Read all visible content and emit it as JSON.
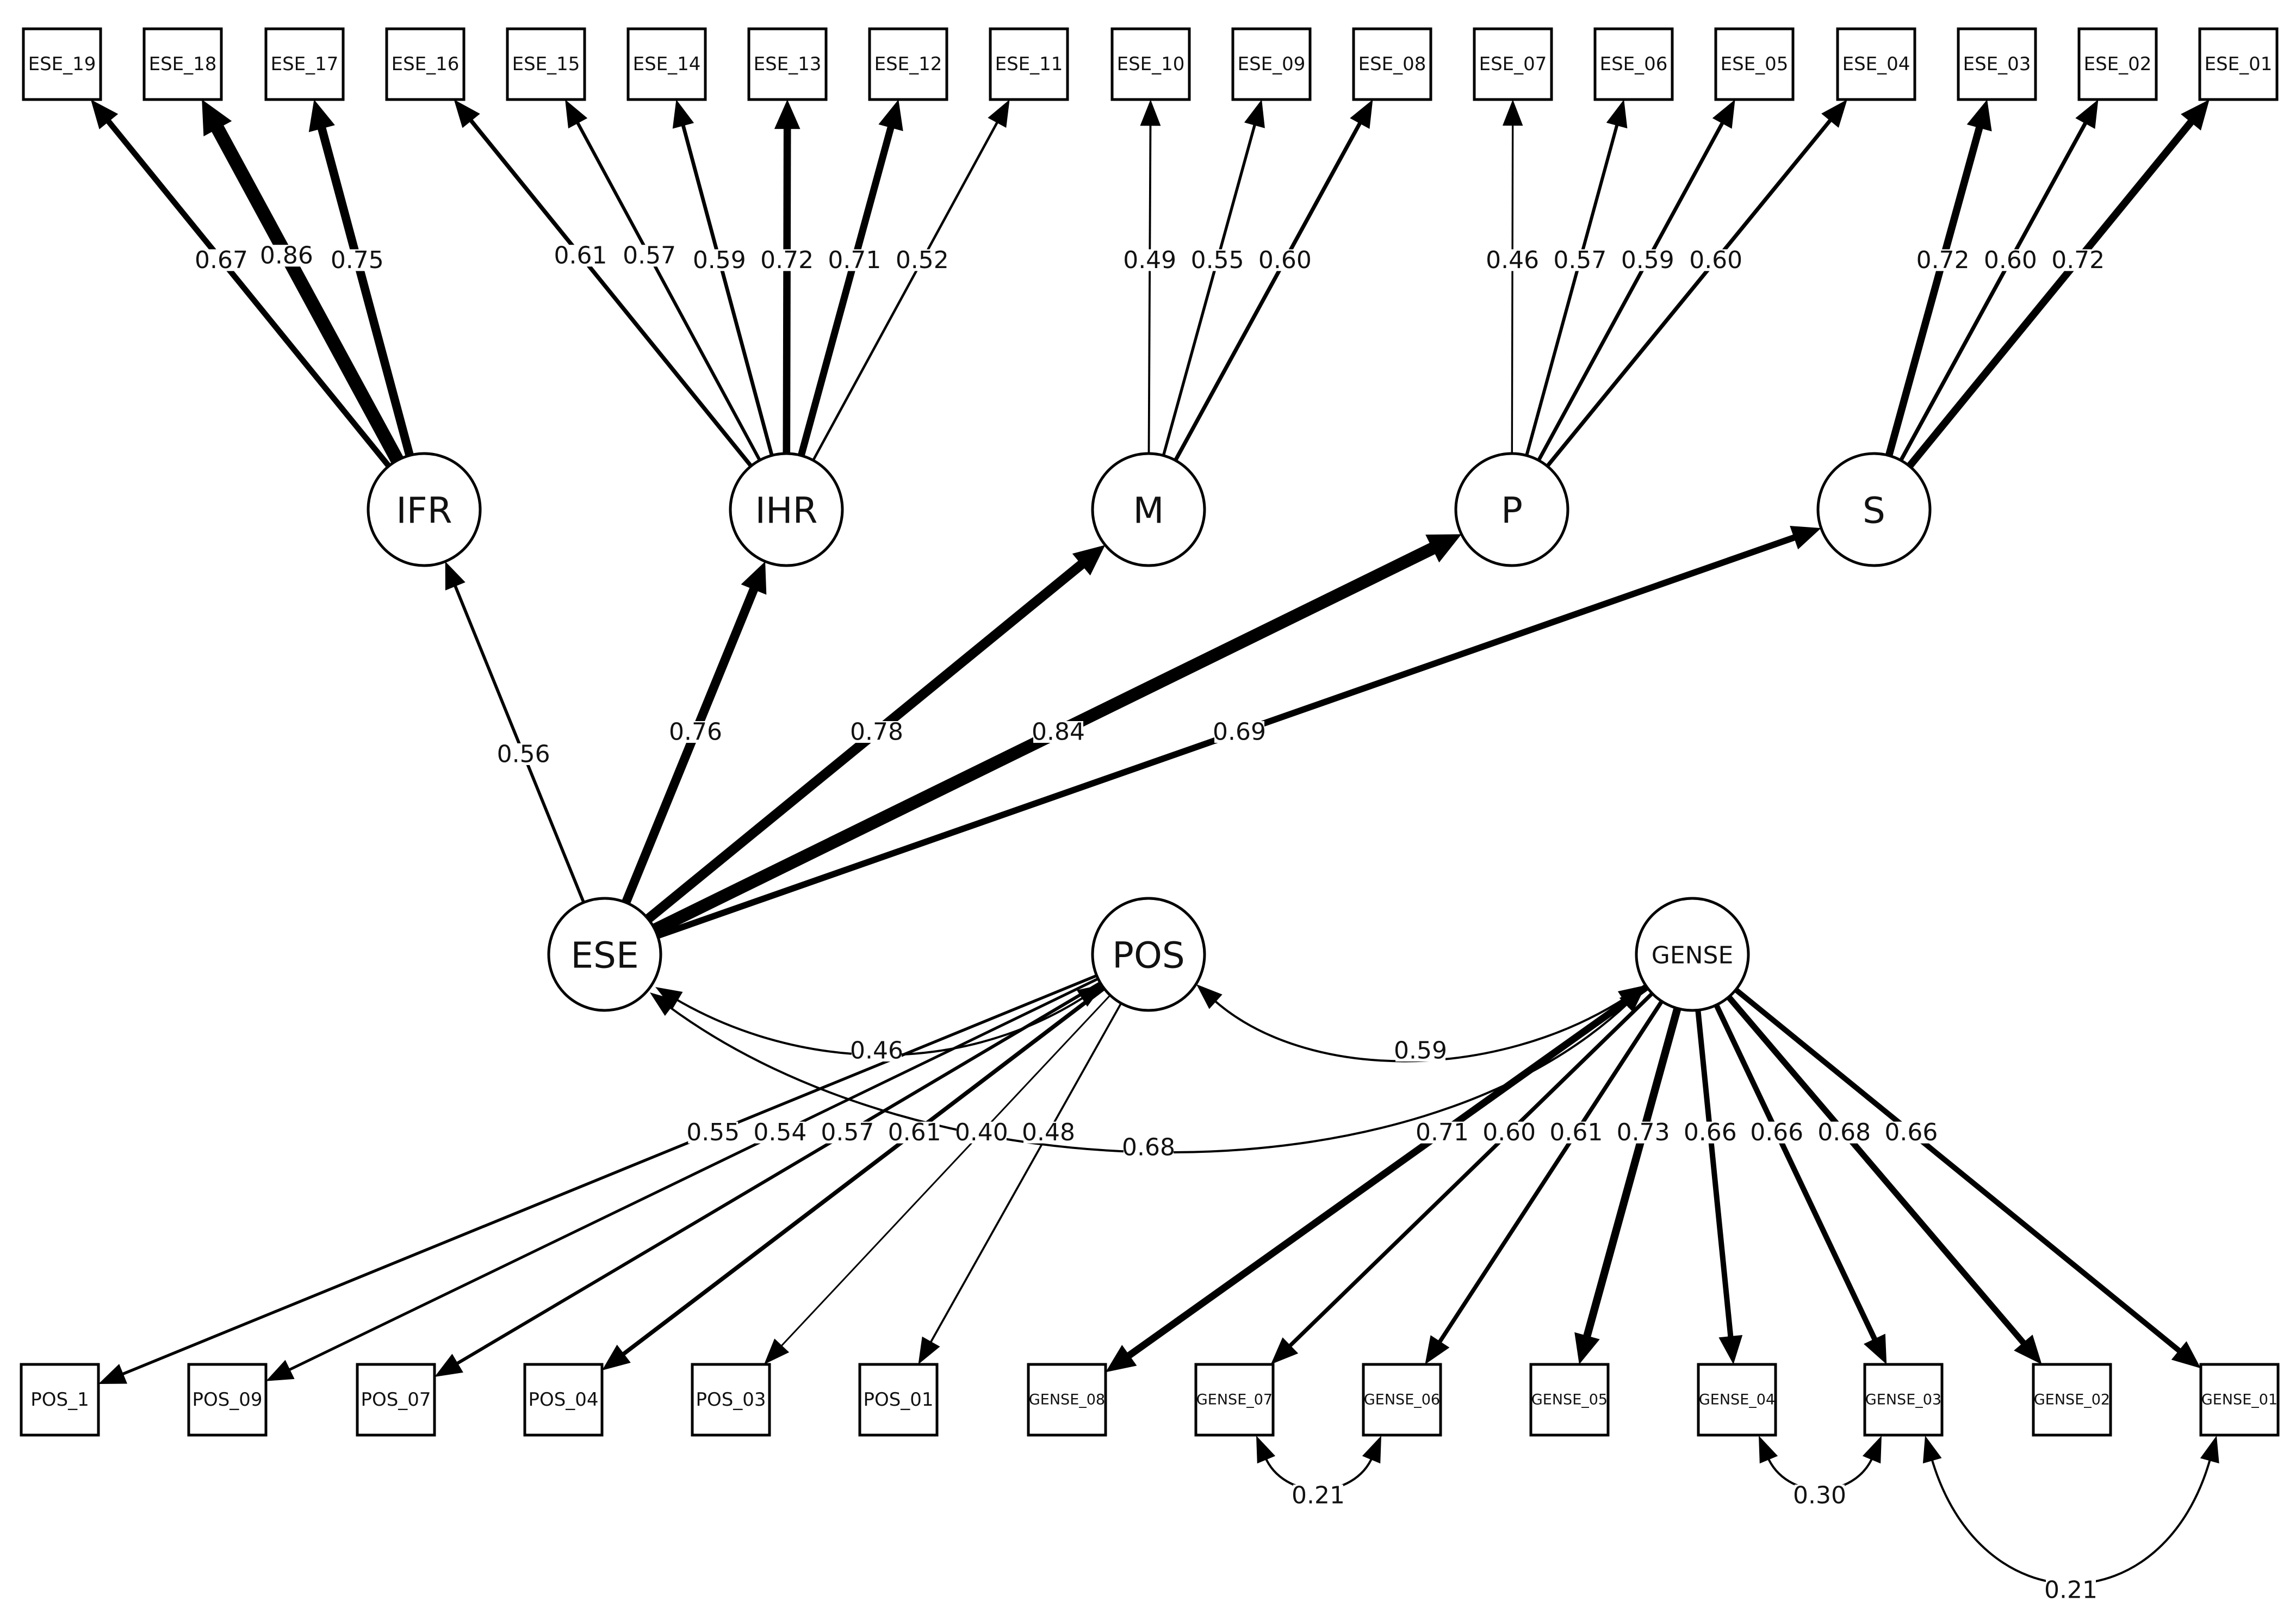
{
  "diagram": {
    "latents": [
      {
        "id": "IFR",
        "label": "IFR"
      },
      {
        "id": "IHR",
        "label": "IHR"
      },
      {
        "id": "M",
        "label": "M"
      },
      {
        "id": "P",
        "label": "P"
      },
      {
        "id": "S",
        "label": "S"
      },
      {
        "id": "ESE",
        "label": "ESE"
      },
      {
        "id": "POS",
        "label": "POS"
      },
      {
        "id": "GENSE",
        "label": "GENSE"
      }
    ],
    "indicators_top": [
      {
        "id": "ESE_19",
        "label": "ESE_19"
      },
      {
        "id": "ESE_18",
        "label": "ESE_18"
      },
      {
        "id": "ESE_17",
        "label": "ESE_17"
      },
      {
        "id": "ESE_16",
        "label": "ESE_16"
      },
      {
        "id": "ESE_15",
        "label": "ESE_15"
      },
      {
        "id": "ESE_14",
        "label": "ESE_14"
      },
      {
        "id": "ESE_13",
        "label": "ESE_13"
      },
      {
        "id": "ESE_12",
        "label": "ESE_12"
      },
      {
        "id": "ESE_11",
        "label": "ESE_11"
      },
      {
        "id": "ESE_10",
        "label": "ESE_10"
      },
      {
        "id": "ESE_09",
        "label": "ESE_09"
      },
      {
        "id": "ESE_08",
        "label": "ESE_08"
      },
      {
        "id": "ESE_07",
        "label": "ESE_07"
      },
      {
        "id": "ESE_06",
        "label": "ESE_06"
      },
      {
        "id": "ESE_05",
        "label": "ESE_05"
      },
      {
        "id": "ESE_04",
        "label": "ESE_04"
      },
      {
        "id": "ESE_03",
        "label": "ESE_03"
      },
      {
        "id": "ESE_02",
        "label": "ESE_02"
      },
      {
        "id": "ESE_01",
        "label": "ESE_01"
      }
    ],
    "indicators_bottom": [
      {
        "id": "POS_1",
        "label": "POS_1"
      },
      {
        "id": "POS_09",
        "label": "POS_09"
      },
      {
        "id": "POS_07",
        "label": "POS_07"
      },
      {
        "id": "POS_04",
        "label": "POS_04"
      },
      {
        "id": "POS_03",
        "label": "POS_03"
      },
      {
        "id": "POS_01",
        "label": "POS_01"
      },
      {
        "id": "GENSE_08",
        "label": "GENSE_08"
      },
      {
        "id": "GENSE_07",
        "label": "GENSE_07"
      },
      {
        "id": "GENSE_06",
        "label": "GENSE_06"
      },
      {
        "id": "GENSE_05",
        "label": "GENSE_05"
      },
      {
        "id": "GENSE_04",
        "label": "GENSE_04"
      },
      {
        "id": "GENSE_03",
        "label": "GENSE_03"
      },
      {
        "id": "GENSE_02",
        "label": "GENSE_02"
      },
      {
        "id": "GENSE_01",
        "label": "GENSE_01"
      }
    ],
    "loadings": [
      {
        "from": "IFR",
        "to": "ESE_19",
        "coef": "0.67",
        "weight": 0.67
      },
      {
        "from": "IFR",
        "to": "ESE_18",
        "coef": "0.86",
        "weight": 0.86
      },
      {
        "from": "IFR",
        "to": "ESE_17",
        "coef": "0.75",
        "weight": 0.75
      },
      {
        "from": "IHR",
        "to": "ESE_16",
        "coef": "0.61",
        "weight": 0.61
      },
      {
        "from": "IHR",
        "to": "ESE_15",
        "coef": "0.57",
        "weight": 0.57
      },
      {
        "from": "IHR",
        "to": "ESE_14",
        "coef": "0.59",
        "weight": 0.59
      },
      {
        "from": "IHR",
        "to": "ESE_13",
        "coef": "0.72",
        "weight": 0.72
      },
      {
        "from": "IHR",
        "to": "ESE_12",
        "coef": "0.71",
        "weight": 0.71
      },
      {
        "from": "IHR",
        "to": "ESE_11",
        "coef": "0.52",
        "weight": 0.52
      },
      {
        "from": "M",
        "to": "ESE_10",
        "coef": "0.49",
        "weight": 0.49
      },
      {
        "from": "M",
        "to": "ESE_09",
        "coef": "0.55",
        "weight": 0.55
      },
      {
        "from": "M",
        "to": "ESE_08",
        "coef": "0.60",
        "weight": 0.6
      },
      {
        "from": "P",
        "to": "ESE_07",
        "coef": "0.46",
        "weight": 0.46
      },
      {
        "from": "P",
        "to": "ESE_06",
        "coef": "0.57",
        "weight": 0.57
      },
      {
        "from": "P",
        "to": "ESE_05",
        "coef": "0.59",
        "weight": 0.59
      },
      {
        "from": "P",
        "to": "ESE_04",
        "coef": "0.60",
        "weight": 0.6
      },
      {
        "from": "S",
        "to": "ESE_03",
        "coef": "0.72",
        "weight": 0.72
      },
      {
        "from": "S",
        "to": "ESE_02",
        "coef": "0.60",
        "weight": 0.6
      },
      {
        "from": "S",
        "to": "ESE_01",
        "coef": "0.72",
        "weight": 0.72
      },
      {
        "from": "ESE",
        "to": "IFR",
        "coef": "0.56",
        "weight": 0.56
      },
      {
        "from": "ESE",
        "to": "IHR",
        "coef": "0.76",
        "weight": 0.76
      },
      {
        "from": "ESE",
        "to": "M",
        "coef": "0.78",
        "weight": 0.78
      },
      {
        "from": "ESE",
        "to": "P",
        "coef": "0.84",
        "weight": 0.84
      },
      {
        "from": "ESE",
        "to": "S",
        "coef": "0.69",
        "weight": 0.69
      },
      {
        "from": "POS",
        "to": "POS_1",
        "coef": "0.55",
        "weight": 0.55
      },
      {
        "from": "POS",
        "to": "POS_09",
        "coef": "0.54",
        "weight": 0.54
      },
      {
        "from": "POS",
        "to": "POS_07",
        "coef": "0.57",
        "weight": 0.57
      },
      {
        "from": "POS",
        "to": "POS_04",
        "coef": "0.61",
        "weight": 0.61
      },
      {
        "from": "POS",
        "to": "POS_03",
        "coef": "0.40",
        "weight": 0.4
      },
      {
        "from": "POS",
        "to": "POS_01",
        "coef": "0.48",
        "weight": 0.48
      },
      {
        "from": "GENSE",
        "to": "GENSE_08",
        "coef": "0.71",
        "weight": 0.71
      },
      {
        "from": "GENSE",
        "to": "GENSE_07",
        "coef": "0.60",
        "weight": 0.6
      },
      {
        "from": "GENSE",
        "to": "GENSE_06",
        "coef": "0.61",
        "weight": 0.61
      },
      {
        "from": "GENSE",
        "to": "GENSE_05",
        "coef": "0.73",
        "weight": 0.73
      },
      {
        "from": "GENSE",
        "to": "GENSE_04",
        "coef": "0.66",
        "weight": 0.66
      },
      {
        "from": "GENSE",
        "to": "GENSE_03",
        "coef": "0.66",
        "weight": 0.66
      },
      {
        "from": "GENSE",
        "to": "GENSE_02",
        "coef": "0.68",
        "weight": 0.68
      },
      {
        "from": "GENSE",
        "to": "GENSE_01",
        "coef": "0.66",
        "weight": 0.66
      }
    ],
    "covariances": [
      {
        "a": "ESE",
        "b": "POS",
        "coef": "0.46"
      },
      {
        "a": "POS",
        "b": "GENSE",
        "coef": "0.59"
      },
      {
        "a": "ESE",
        "b": "GENSE",
        "coef": "0.68"
      },
      {
        "a": "GENSE_07",
        "b": "GENSE_06",
        "coef": "0.21"
      },
      {
        "a": "GENSE_04",
        "b": "GENSE_03",
        "coef": "0.30"
      },
      {
        "a": "GENSE_03",
        "b": "GENSE_01",
        "coef": "0.21"
      }
    ]
  }
}
